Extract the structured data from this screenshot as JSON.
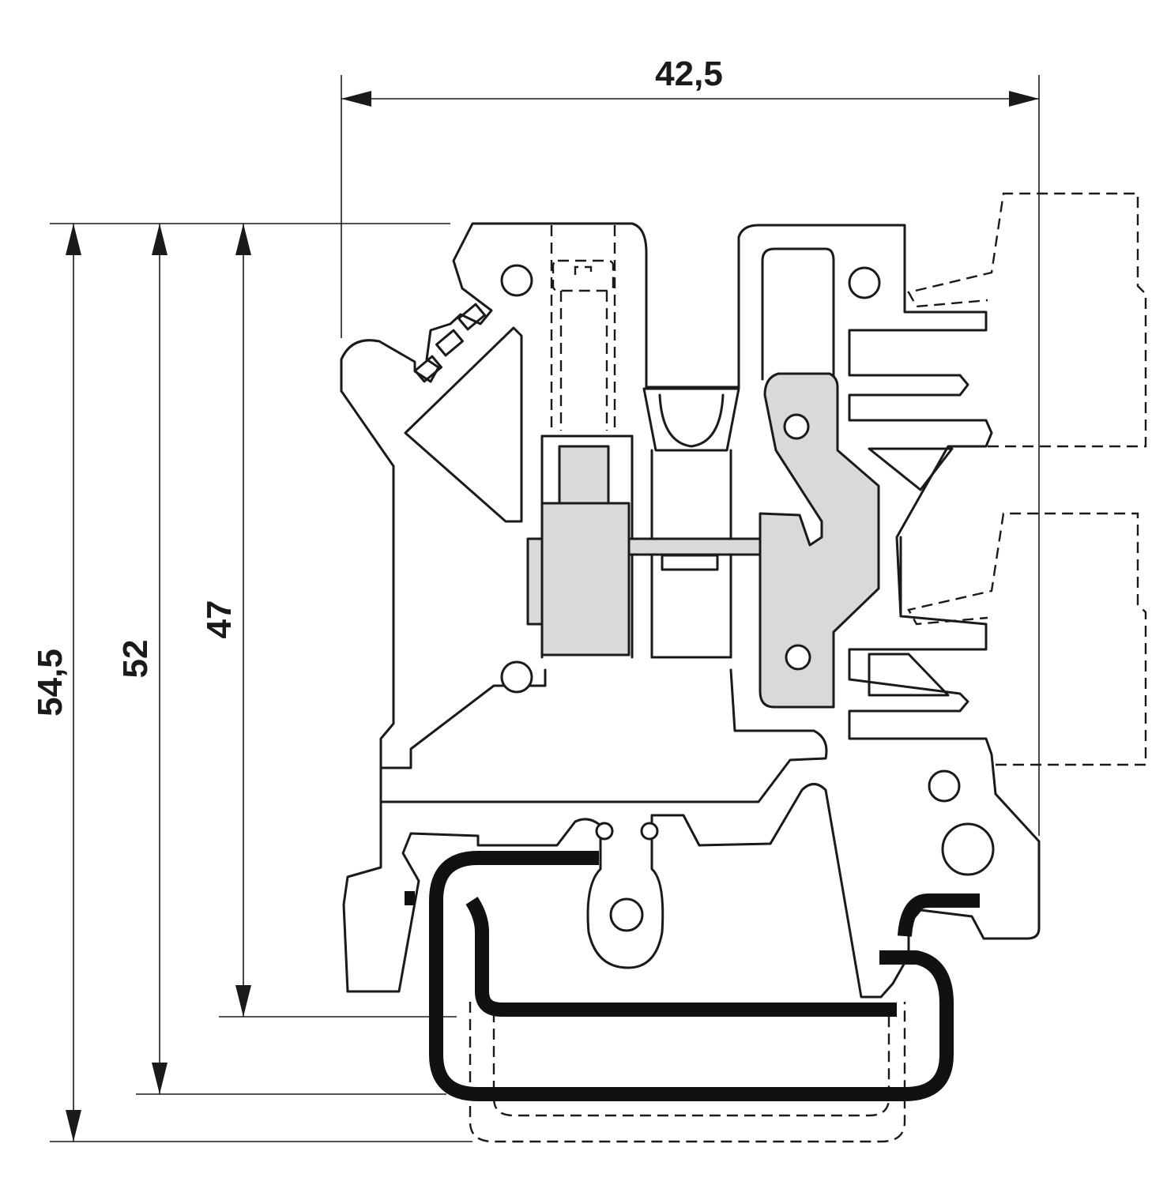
{
  "dimensions": {
    "width": "42,5",
    "height_outer": "54,5",
    "height_middle": "52",
    "height_inner": "47"
  },
  "colors": {
    "line": "#1a1a1a",
    "contact_fill": "#d9d9d9",
    "background": "#ffffff"
  }
}
